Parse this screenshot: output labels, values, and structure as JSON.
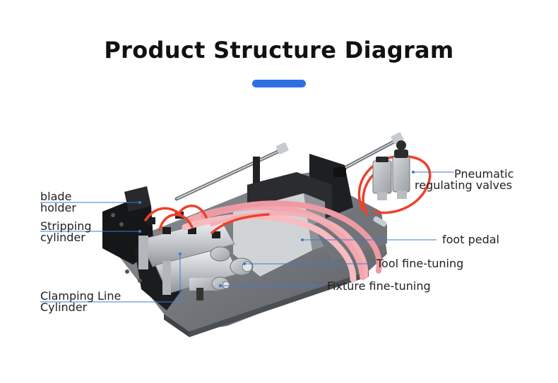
{
  "title": "Product Structure Diagram",
  "colors": {
    "accent": "#2f6fe4",
    "leader": "#3a7bd5",
    "tubing": "#f0402a",
    "hose": "#f2a7ae"
  },
  "labels": {
    "blade_holder": [
      "blade",
      "holder"
    ],
    "stripping_cylinder": [
      "Stripping",
      "cylinder"
    ],
    "clamping_cylinder": [
      "Clamping Line",
      "Cylinder"
    ],
    "pneumatic_valves": [
      "Pneumatic",
      "regulating valves"
    ],
    "foot_pedal": "foot pedal",
    "tool_fine_tuning": "Tool fine-tuning",
    "fixture_fine_tuning": "Fixture fine-tuning"
  }
}
